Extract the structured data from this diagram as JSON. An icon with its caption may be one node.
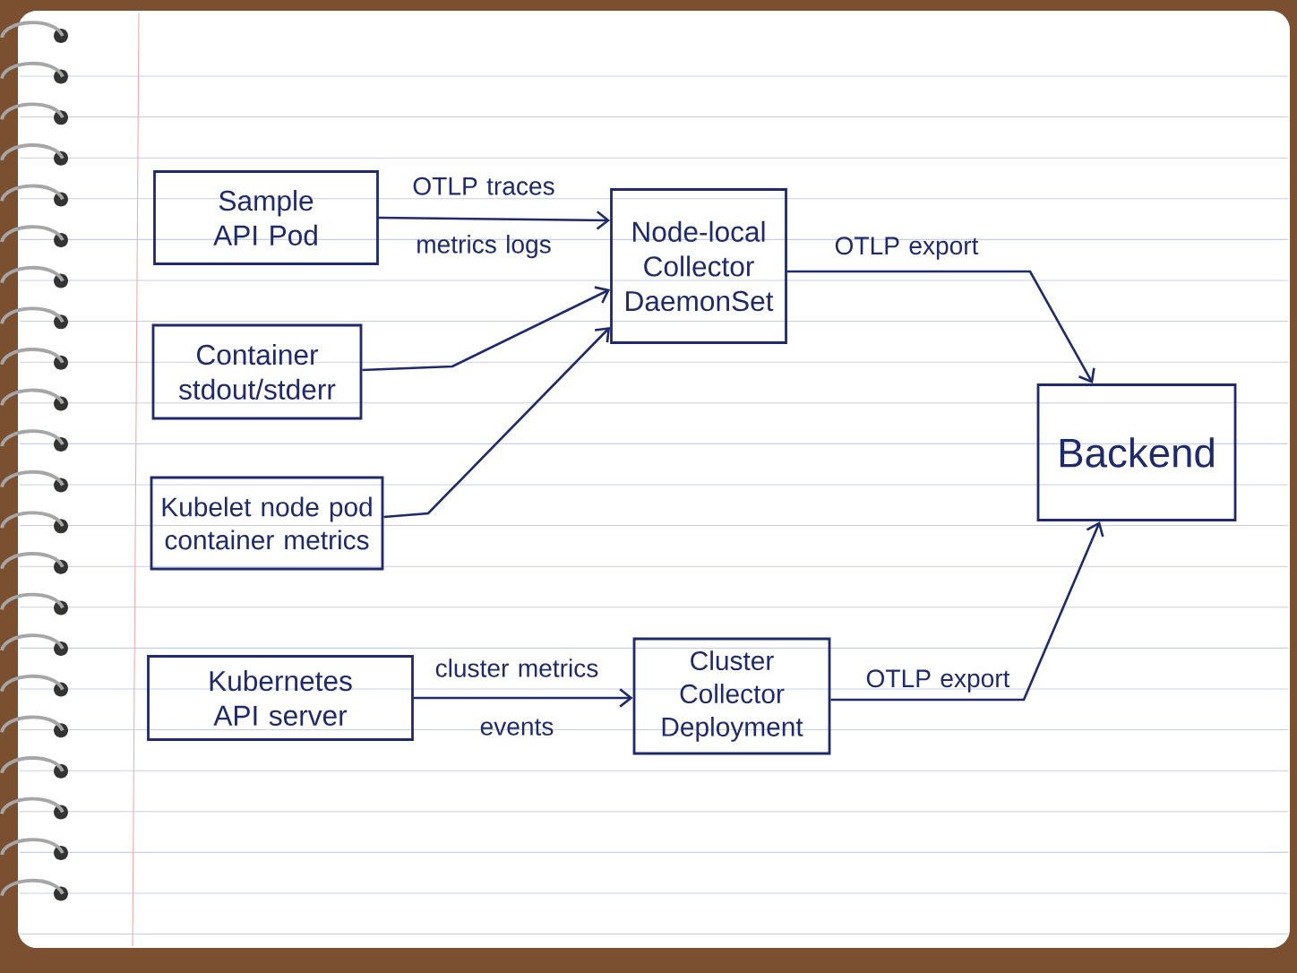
{
  "diagram": {
    "nodes": [
      {
        "text": [
          "Sample API Pod"
        ]
      },
      {
        "text": [
          "Node-local Collector DaemonSet"
        ]
      },
      {
        "text": [
          "Container stdout/stderr"
        ]
      },
      {
        "text": [
          "Kubelet node pod container metrics"
        ]
      },
      {
        "text": [
          "Backend"
        ]
      },
      {
        "text": [
          "Kubernetes API server"
        ]
      },
      {
        "text": [
          "Cluster Collector Deployment"
        ]
      }
    ],
    "edges": [
      {
        "from": 0,
        "to": 1,
        "arrow": "to",
        "label": "OTLP traces metrics logs"
      },
      {
        "from": 2,
        "to": 1,
        "arrow": "to"
      },
      {
        "from": 3,
        "to": 1,
        "arrow": "to"
      },
      {
        "from": 1,
        "to": 4,
        "arrow": "to",
        "label": "OTLP export"
      },
      {
        "from": 5,
        "to": 6,
        "arrow": "to",
        "label": "cluster metrics events"
      },
      {
        "from": 6,
        "to": 4,
        "arrow": "to",
        "label": "OTLP export"
      }
    ]
  }
}
